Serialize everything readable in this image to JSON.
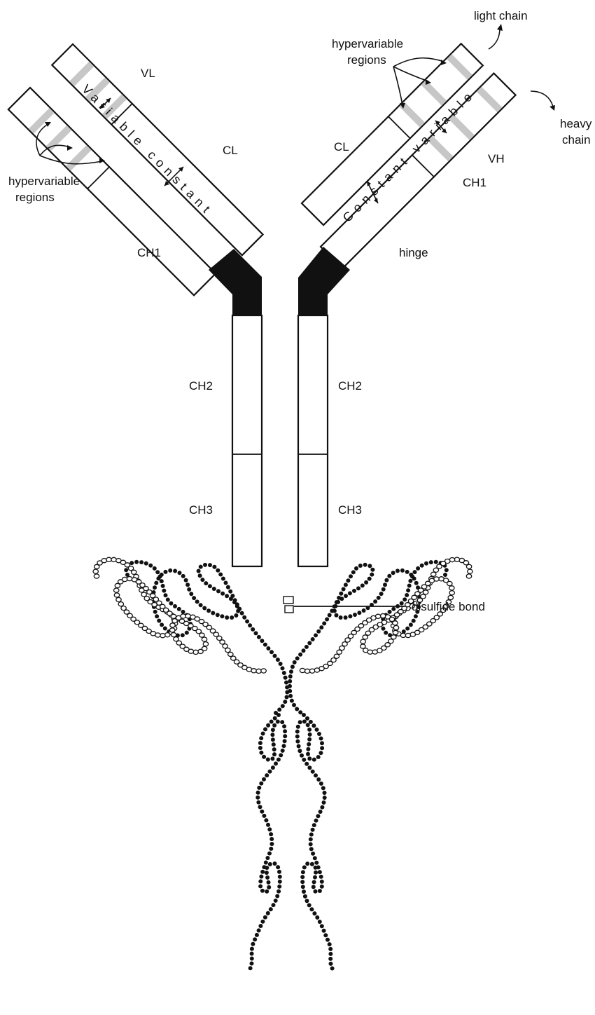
{
  "labels": {
    "vl": "VL",
    "cl_left": "CL",
    "hypervariable_left": [
      "hypervariable",
      "regions"
    ],
    "ch1_left": "CH1",
    "ch2_left": "CH2",
    "ch3_left": "CH3",
    "variable_constant_left": "Variable constant",
    "light_chain": "light chain",
    "hypervariable_right": [
      "hypervariable",
      "regions"
    ],
    "heavy_chain": [
      "heavy",
      "chain"
    ],
    "cl_right": "CL",
    "vh": "VH",
    "ch1_right": "CH1",
    "hinge": "hinge",
    "ch2_right": "CH2",
    "ch3_right": "CH3",
    "constant_variable_right": "Constant variable",
    "disulfide_bond": "disulfide bond"
  },
  "colors": {
    "ink": "#111111",
    "hinge_fill": "#111111",
    "hypervariable_band": "#bdbdbd",
    "open_residue": "#ffffff"
  }
}
